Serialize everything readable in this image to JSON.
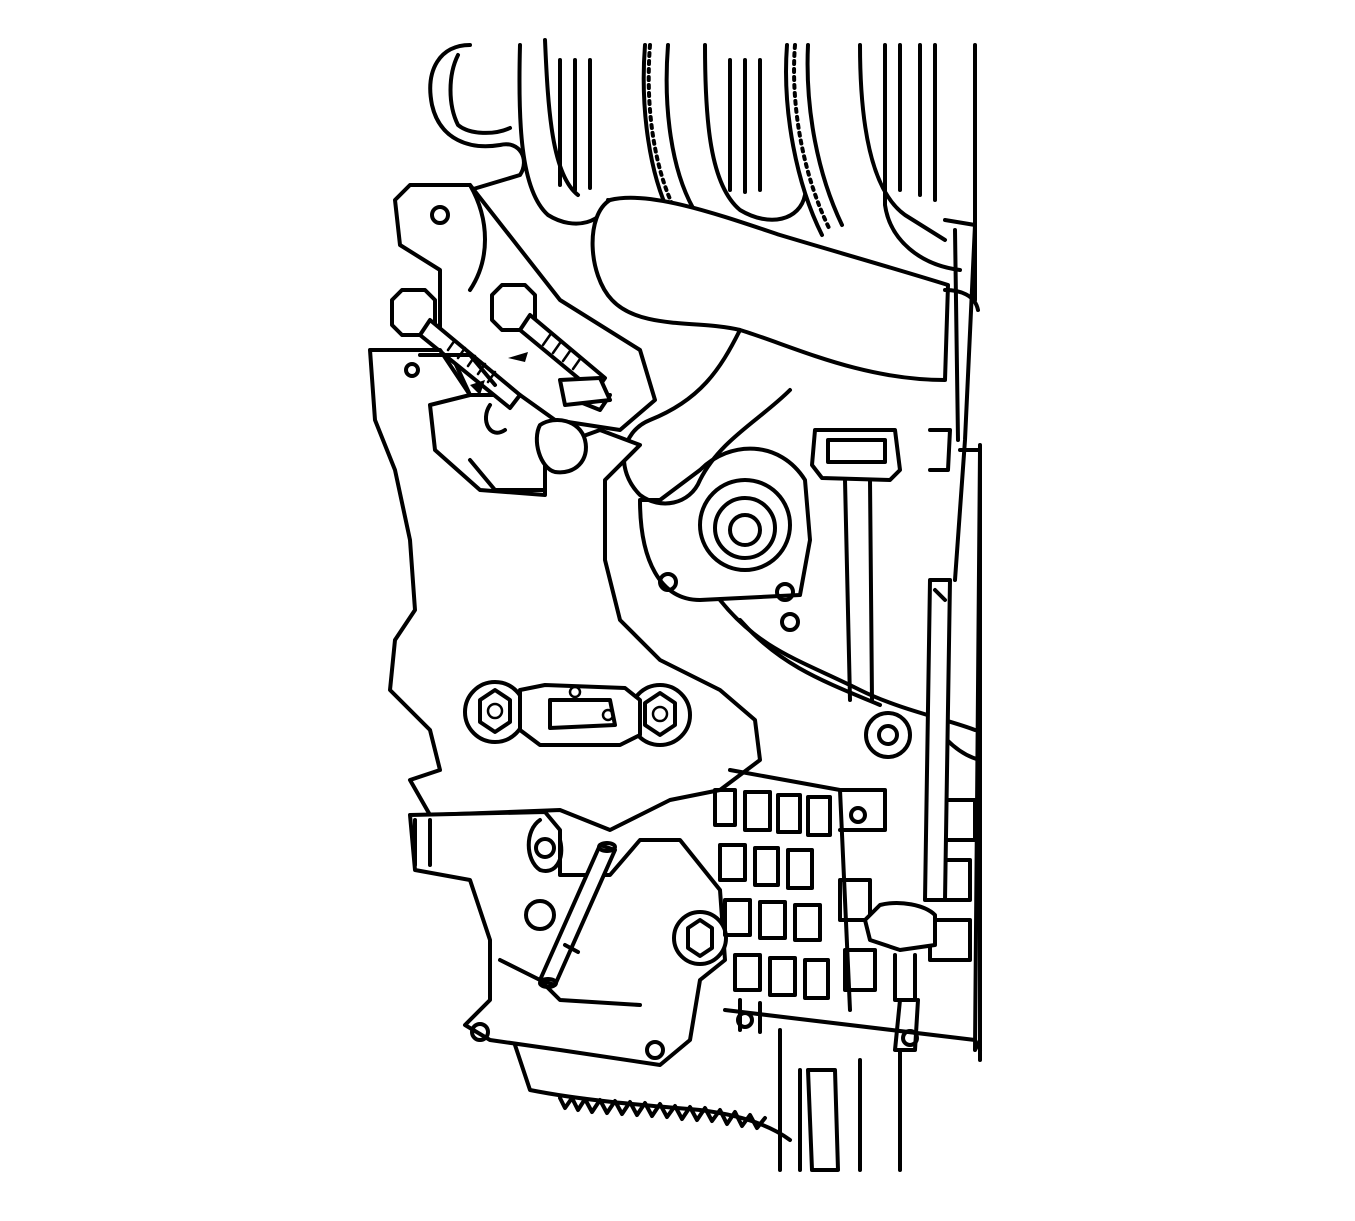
{
  "figure": {
    "ink_color": "#000000",
    "background_color": "#ffffff",
    "parts": [
      "engine-mount-bracket",
      "mount-bolt",
      "mount-nut",
      "coolant-hose",
      "wiring-harness",
      "intake-manifold",
      "oil-pan",
      "alignment-pin",
      "electrical-connector",
      "dipstick-tube"
    ]
  }
}
